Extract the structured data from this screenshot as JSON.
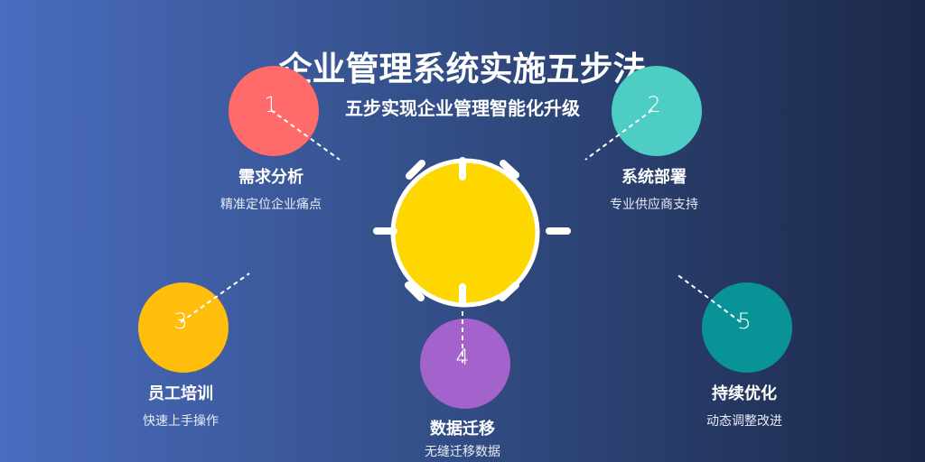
{
  "title": "企业管理系统实施五步法",
  "subtitle": "五步实现企业管理智能化升级",
  "center": {
    "color": "#FFD700"
  },
  "steps": [
    {
      "number": "1",
      "name": "需求分析",
      "desc": "精准定位企业痛点",
      "color": "#FF6B6B"
    },
    {
      "number": "2",
      "name": "系统部署",
      "desc": "专业供应商支持",
      "color": "#4ECDC4"
    },
    {
      "number": "3",
      "name": "员工培训",
      "desc": "快速上手操作",
      "color": "#FFBE0B"
    },
    {
      "number": "4",
      "name": "数据迁移",
      "desc": "无缝迁移数据",
      "color": "#A463CC"
    },
    {
      "number": "5",
      "name": "持续优化",
      "desc": "动态调整改进",
      "color": "#0A9396"
    }
  ]
}
